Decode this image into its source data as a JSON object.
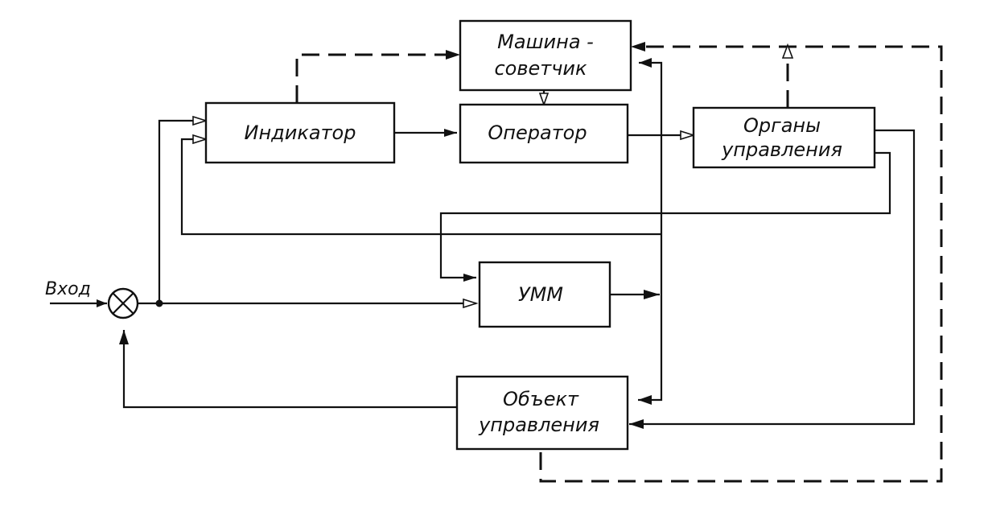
{
  "diagram": {
    "input_label": "Вход",
    "blocks": {
      "advisor_line1": "Машина -",
      "advisor_line2": "советчик",
      "indicator": "Индикатор",
      "operator": "Оператор",
      "controls_line1": "Органы",
      "controls_line2": "управления",
      "umm": "УММ",
      "plant_line1": "Объект",
      "plant_line2": "управления"
    }
  }
}
